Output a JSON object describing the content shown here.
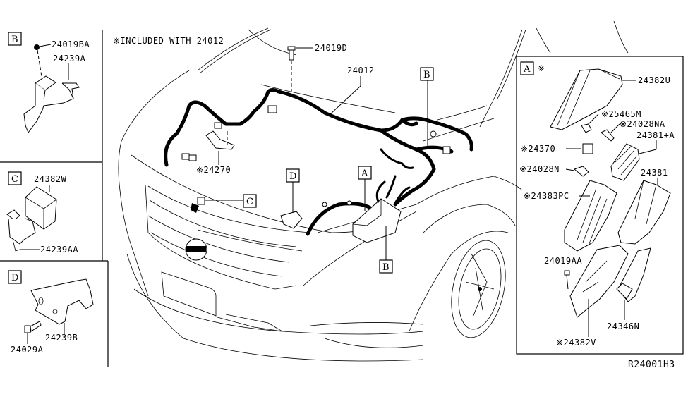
{
  "diagram": {
    "note": "※INCLUDED WITH 24012",
    "diagram_code": "R24001H3",
    "main_labels": {
      "bolt": "24019D",
      "harness": "24012",
      "bracket_note": "※24270",
      "ref_A": "A",
      "ref_B_top": "B",
      "ref_B_bottom": "B",
      "ref_C": "C",
      "ref_D": "D"
    },
    "inset_B": {
      "ref": "B",
      "parts": [
        "24019BA",
        "24239A"
      ]
    },
    "inset_C": {
      "ref": "C",
      "parts": [
        "24382W",
        "24239AA"
      ]
    },
    "inset_D": {
      "ref": "D",
      "parts": [
        "24239B",
        "24029A"
      ]
    },
    "inset_A": {
      "ref": "A",
      "mark": "※",
      "parts": [
        "24382U",
        "※25465M",
        "※24028NA",
        "24381+A",
        "※24370",
        "※24028N",
        "24381",
        "※24383PC",
        "24019AA",
        "24346N",
        "※24382V"
      ]
    }
  }
}
